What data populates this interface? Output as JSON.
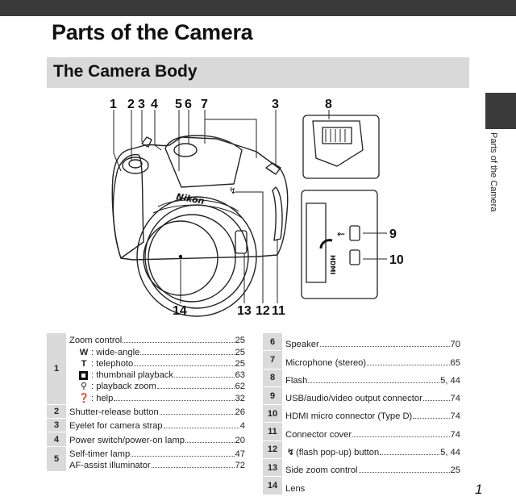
{
  "page": {
    "title": "Parts of the Camera",
    "section_title": "The Camera Body",
    "side_tab_label": "Parts of the Camera",
    "page_number": "1"
  },
  "diagram": {
    "callouts": [
      "1",
      "2",
      "3",
      "4",
      "5",
      "6",
      "7",
      "3",
      "8",
      "9",
      "10",
      "14",
      "13",
      "12",
      "11"
    ],
    "nikon_brand": "Nikon"
  },
  "parts_left": [
    {
      "number": "1",
      "lines": [
        {
          "label": "Zoom control",
          "page": "25"
        },
        {
          "symbol": "W",
          "label": ": wide-angle",
          "page": "25"
        },
        {
          "symbol": "T",
          "label": ": telephoto",
          "page": "25"
        },
        {
          "icon": "thumbnail-icon",
          "label": ": thumbnail playback",
          "page": "63"
        },
        {
          "icon": "magnifier-icon",
          "label": ": playback zoom",
          "page": "62"
        },
        {
          "icon": "help-icon",
          "label": ": help",
          "page": "32"
        }
      ]
    },
    {
      "number": "2",
      "lines": [
        {
          "label": "Shutter-release button",
          "page": "26"
        }
      ]
    },
    {
      "number": "3",
      "lines": [
        {
          "label": "Eyelet for camera strap",
          "page": "4"
        }
      ]
    },
    {
      "number": "4",
      "lines": [
        {
          "label": "Power switch/power-on lamp",
          "page": "20"
        }
      ]
    },
    {
      "number": "5",
      "lines": [
        {
          "label": "Self-timer lamp",
          "page": "47"
        },
        {
          "label": "AF-assist illuminator",
          "page": "72"
        }
      ]
    }
  ],
  "parts_right": [
    {
      "number": "6",
      "label": "Speaker",
      "page": "70"
    },
    {
      "number": "7",
      "label": "Microphone (stereo)",
      "page": "65"
    },
    {
      "number": "8",
      "label": "Flash",
      "page": "5, 44"
    },
    {
      "number": "9",
      "label": "USB/audio/video output connector",
      "page": "74"
    },
    {
      "number": "10",
      "label": "HDMI micro connector (Type D)",
      "page": "74"
    },
    {
      "number": "11",
      "label": "Connector cover",
      "page": "74"
    },
    {
      "number": "12",
      "icon": "flash-bolt-icon",
      "label": "(flash pop-up) button",
      "page": "5, 44"
    },
    {
      "number": "13",
      "label": "Side zoom control",
      "page": "25"
    },
    {
      "number": "14",
      "label": "Lens",
      "page": ""
    }
  ],
  "colors": {
    "dark_band": "#3a3a3a",
    "section_bar": "#d9d9d9",
    "number_cell": "#dadada"
  }
}
